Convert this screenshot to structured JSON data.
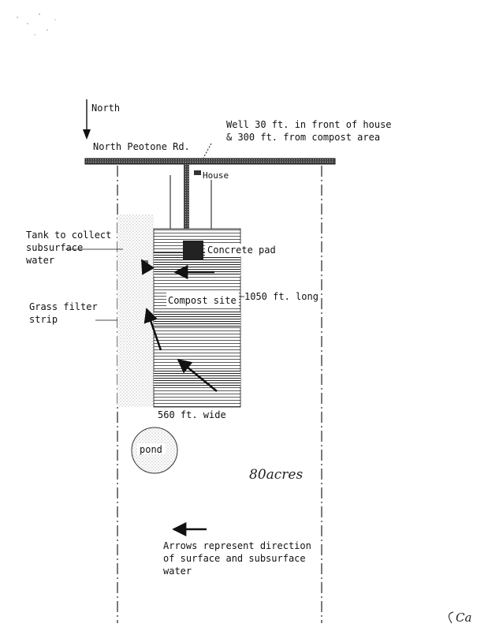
{
  "labels": {
    "north": "North",
    "road": "North Peotone Rd.",
    "well_line1": "Well 30 ft. in front of house",
    "well_line2": "& 300 ft. from compost area",
    "house": "House",
    "tank_line1": "Tank to collect",
    "tank_line2": "subsurface",
    "tank_line3": "water",
    "concrete_pad": "Concrete pad",
    "grass_line1": "Grass filter",
    "grass_line2": "strip",
    "compost_site": "Compost site",
    "length": "1050 ft. long",
    "width": "560 ft. wide",
    "pond": "pond",
    "acres": "80acres",
    "legend_line1": "Arrows represent direction",
    "legend_line2": "of surface and subsurface",
    "legend_line3": "water",
    "corner_mark": "Ca"
  },
  "colors": {
    "ink": "#111111",
    "paper": "#ffffff",
    "stipple": "#9a9a9a"
  }
}
